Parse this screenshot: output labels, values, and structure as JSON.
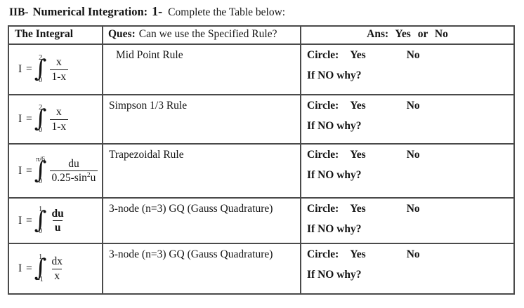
{
  "page": {
    "title_prefix": "IIB-",
    "title_heading": "Numerical Integration:",
    "title_number": "1-",
    "title_instruction": "Complete the Table below:"
  },
  "table": {
    "header": {
      "col_integral": "The Integral",
      "col_question_bold": "Ques:",
      "col_question_rest": "Can we use the Specified Rule?",
      "col_answer": "Ans: Yes or No"
    },
    "rows": [
      {
        "integral": {
          "lead": "I =",
          "upper": "2",
          "lower": "0",
          "numerator": "x",
          "denominator": "1-x"
        },
        "rule": "Mid Point Rule",
        "answer": {
          "circle_label": "Circle:",
          "yes": "Yes",
          "no": "No",
          "followup": "If NO why?"
        }
      },
      {
        "integral": {
          "lead": "I =",
          "upper": "2",
          "lower": "0",
          "numerator": "x",
          "denominator": "1-x"
        },
        "rule": "Simpson 1/3 Rule",
        "answer": {
          "circle_label": "Circle:",
          "yes": "Yes",
          "no": "No",
          "followup": "If NO why?"
        }
      },
      {
        "integral": {
          "lead": "I =",
          "upper": "π/6",
          "lower": "0",
          "numerator": "du",
          "denominator_pre": "0.25-sin",
          "denominator_sup": "2",
          "denominator_tail": "u"
        },
        "rule": "Trapezoidal Rule",
        "answer": {
          "circle_label": "Circle:",
          "yes": "Yes",
          "no": "No",
          "followup": "If NO why?"
        }
      },
      {
        "integral": {
          "lead": "I =",
          "upper": "1",
          "lower": "0",
          "numerator": "du",
          "denominator": "u"
        },
        "rule": "3-node (n=3) GQ (Gauss Quadrature)",
        "answer": {
          "circle_label": "Circle:",
          "yes": "Yes",
          "no": "No",
          "followup": "If NO why?"
        }
      },
      {
        "integral": {
          "lead": "I =",
          "upper": "1",
          "lower": "-1",
          "numerator": "dx",
          "denominator": "x"
        },
        "rule": "3-node (n=3) GQ (Gauss Quadrature)",
        "answer": {
          "circle_label": "Circle:",
          "yes": "Yes",
          "no": "No",
          "followup": "If NO why?"
        }
      }
    ]
  }
}
